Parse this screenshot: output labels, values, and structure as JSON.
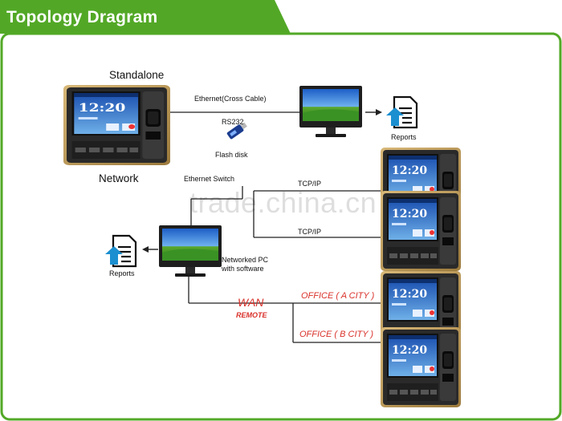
{
  "title": "Topology Dragram",
  "labels": {
    "standalone": "Standalone",
    "network": "Network",
    "ethernet_cross": "Ethernet(Cross Cable)",
    "rs232": "RS232",
    "flash_disk": "Flash disk",
    "reports_top": "Reports",
    "reports_left": "Reports",
    "ethernet_switch": "Ethernet Switch",
    "tcpip_1": "TCP/IP",
    "tcpip_2": "TCP/IP",
    "networked_pc_line1": "Networked PC",
    "networked_pc_line2": "with software",
    "wan": "WAN",
    "remote": "REMOTE",
    "office_a": "OFFICE ( A  CITY )",
    "office_b": "OFFICE ( B  CITY )"
  },
  "device": {
    "clock": "12:20"
  },
  "watermark": "trade.china.cn",
  "colors": {
    "brand_green": "#52a826",
    "accent_red": "#d9312a",
    "report_blue": "#1b8fd0"
  }
}
